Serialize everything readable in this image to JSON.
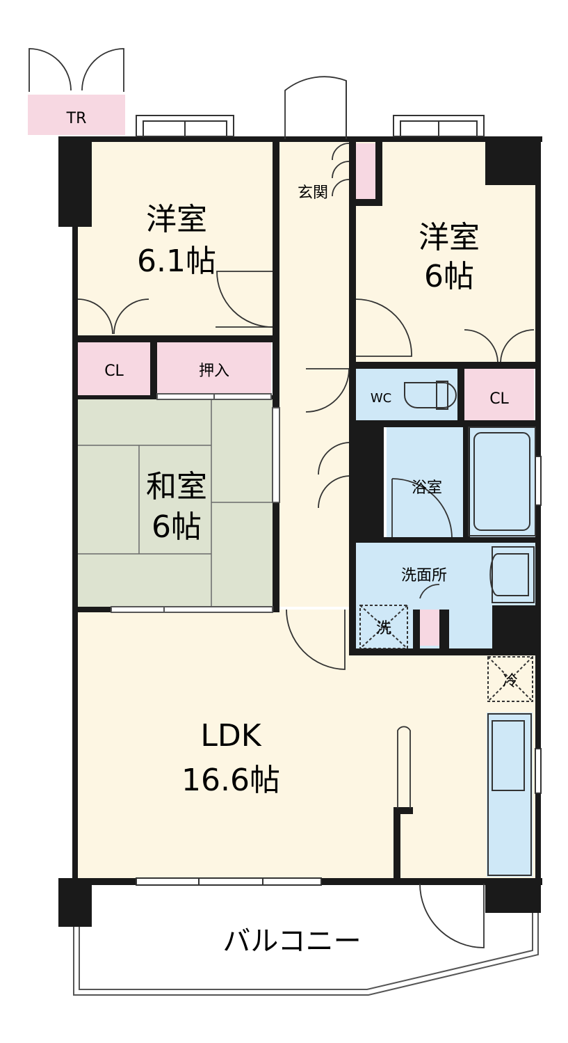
{
  "rooms": {
    "western1": {
      "name": "洋室",
      "size": "6.1帖"
    },
    "western2": {
      "name": "洋室",
      "size": "6帖"
    },
    "japanese": {
      "name": "和室",
      "size": "6帖"
    },
    "ldk": {
      "name": "LDK",
      "size": "16.6帖"
    },
    "balcony": {
      "name": "バルコニー"
    }
  },
  "labels": {
    "trunk_room": "TR",
    "entrance": "玄関",
    "closet_left": "CL",
    "closet_right": "CL",
    "oshiire": "押入",
    "toilet": "WC",
    "bathroom": "浴室",
    "washroom": "洗面所",
    "washer": "洗",
    "fridge": "冷"
  },
  "colors": {
    "wall": "#1a1a1a",
    "floor": "#fdf6e3",
    "tatami": "#dde3d0",
    "wet_area": "#cfe8f7",
    "storage": "#f7d8e2",
    "balcony": "#ffffff"
  }
}
